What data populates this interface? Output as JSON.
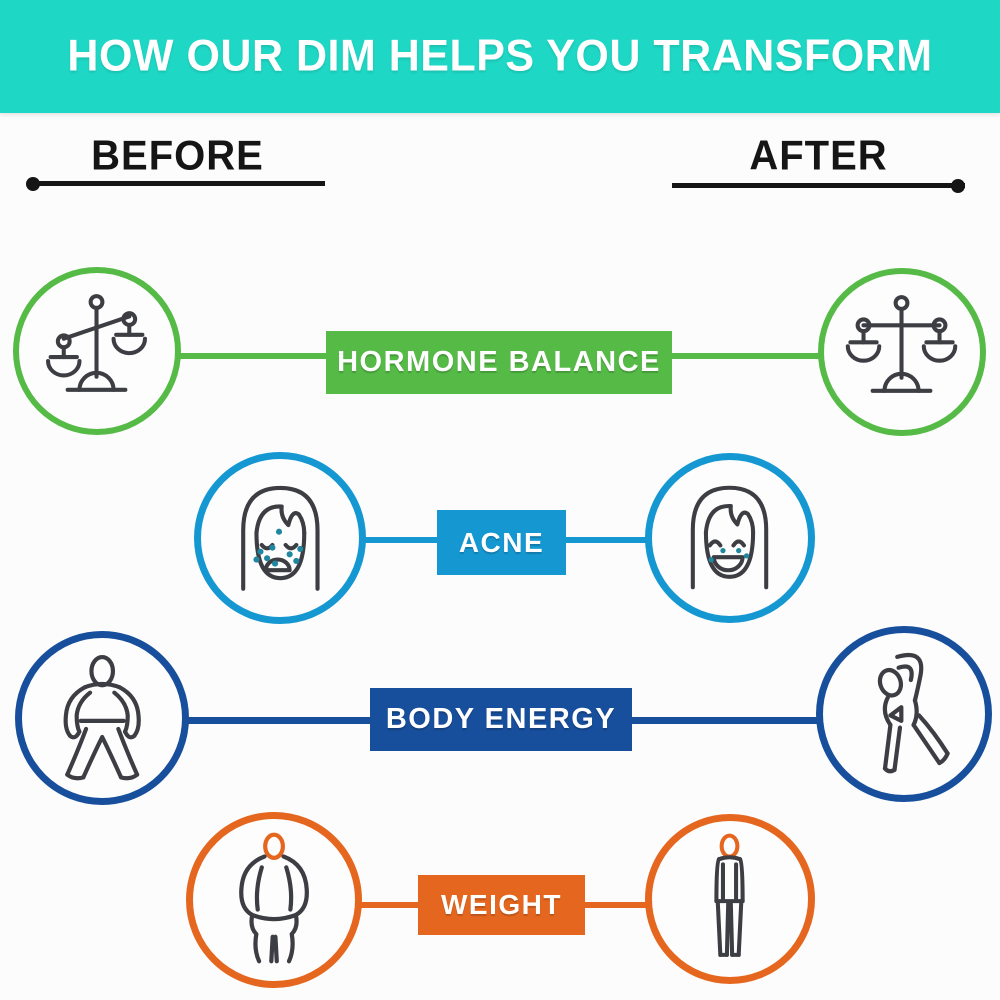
{
  "header": {
    "title": "HOW OUR DIM HELPS YOU TRANSFORM",
    "background": "#1ed7c4",
    "text_color": "#ffffff"
  },
  "columns": {
    "before_label": "BEFORE",
    "after_label": "AFTER",
    "text_color": "#151515",
    "line_color": "#151515"
  },
  "rows": [
    {
      "id": "hormone-balance",
      "label": "HORMONE BALANCE",
      "color": "#55bb46",
      "before_icon": "unbalanced-scale",
      "after_icon": "balanced-scale"
    },
    {
      "id": "acne",
      "label": "ACNE",
      "color": "#1598d2",
      "before_icon": "sad-face-with-acne",
      "after_icon": "happy-clear-face"
    },
    {
      "id": "body-energy",
      "label": "BODY ENERGY",
      "color": "#174f9c",
      "before_icon": "tired-slouched-person",
      "after_icon": "stretching-energetic-person"
    },
    {
      "id": "weight",
      "label": "WEIGHT",
      "color": "#e5671f",
      "before_icon": "overweight-person",
      "after_icon": "slim-person"
    }
  ],
  "icon_colors": {
    "outline": "#3d3d44",
    "acne_dots": "#1f87a0",
    "head_accent": "#e5671f"
  }
}
